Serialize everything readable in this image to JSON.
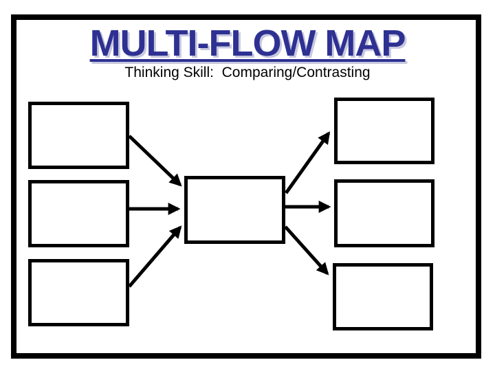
{
  "slide": {
    "title": "MULTI-FLOW MAP",
    "subtitle": "Thinking Skill:  Comparing/Contrasting",
    "colors": {
      "title_text": "#2E3192",
      "title_shadow": "#C8C8DF",
      "subtitle_text": "#000000",
      "frame_border": "#000000",
      "box_border": "#000000",
      "box_fill": "#FFFFFF",
      "arrow": "#000000",
      "background": "#FFFFFF"
    }
  },
  "diagram": {
    "type": "multi-flow-map",
    "nodes": [
      {
        "id": "cause-1",
        "role": "cause",
        "label": ""
      },
      {
        "id": "cause-2",
        "role": "cause",
        "label": ""
      },
      {
        "id": "cause-3",
        "role": "cause",
        "label": ""
      },
      {
        "id": "event",
        "role": "event",
        "label": ""
      },
      {
        "id": "effect-1",
        "role": "effect",
        "label": ""
      },
      {
        "id": "effect-2",
        "role": "effect",
        "label": ""
      },
      {
        "id": "effect-3",
        "role": "effect",
        "label": ""
      }
    ],
    "edges": [
      {
        "from": "cause-1",
        "to": "event"
      },
      {
        "from": "cause-2",
        "to": "event"
      },
      {
        "from": "cause-3",
        "to": "event"
      },
      {
        "from": "event",
        "to": "effect-1"
      },
      {
        "from": "event",
        "to": "effect-2"
      },
      {
        "from": "event",
        "to": "effect-3"
      }
    ]
  }
}
